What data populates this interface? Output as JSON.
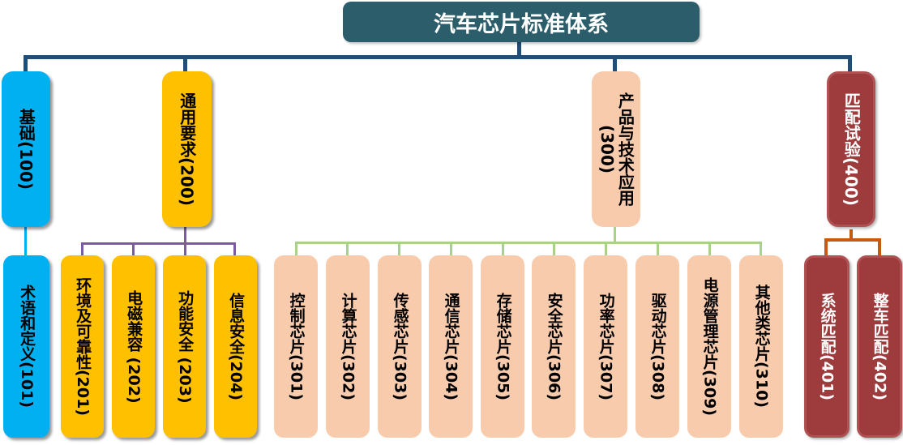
{
  "root": {
    "label": "汽车芯片标准体系"
  },
  "branches": [
    {
      "id": "100",
      "label": "基础(100)",
      "children": [
        "术语和定义(101)"
      ]
    },
    {
      "id": "200",
      "label": "通用要求(200)",
      "children": [
        "环境及可靠性(201)",
        "电磁兼容 (202)",
        "功能安全 (203)",
        "信息安全(204)"
      ]
    },
    {
      "id": "300",
      "label": "产品与技术应用(300)",
      "children": [
        "控制芯片(301)",
        "计算芯片(302)",
        "传感芯片(303)",
        "通信芯片(304)",
        "存储芯片(305)",
        "安全芯片(306)",
        "功率芯片(307)",
        "驱动芯片(308)",
        "电源管理芯片(309)",
        "其他类芯片(310)"
      ]
    },
    {
      "id": "400",
      "label": "匹配试验(400)",
      "children": [
        "系统匹配(401)",
        "整车匹配(402)"
      ]
    }
  ],
  "colors": {
    "root-fill": "#2C5D6A",
    "navy": "#1F4E79",
    "cyan": "#00B0F0",
    "yellow": "#FFC000",
    "peach": "#F8CBAD",
    "red-fill": "#9E3B3C",
    "red-border": "#B05253",
    "purple": "#7B5BA5",
    "green": "#A9D18E",
    "orange": "#C55A11",
    "text-light": "#FFFFFF"
  }
}
